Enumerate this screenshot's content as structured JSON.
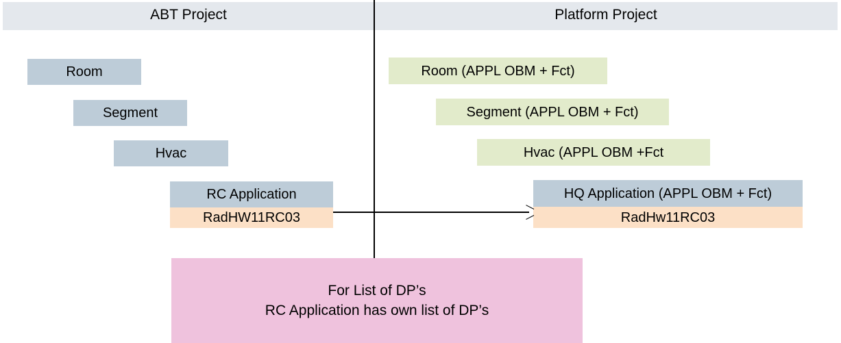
{
  "header": {
    "left_title": "ABT Project",
    "right_title": "Platform Project",
    "band_color": "#e4e8ed"
  },
  "colors": {
    "blue": "#bdccd8",
    "green": "#e2ebcb",
    "peach": "#fce0c6",
    "pink": "#efc2dd",
    "line": "#000000"
  },
  "abt_project": {
    "room": "Room",
    "segment": "Segment",
    "hvac": "Hvac",
    "rc_application": "RC Application",
    "rc_datapoint": "RadHW11RC03"
  },
  "platform_project": {
    "room": "Room (APPL OBM + Fct)",
    "segment": "Segment (APPL OBM + Fct)",
    "hvac": "Hvac (APPL OBM +Fct",
    "hq_application": "HQ Application  (APPL OBM + Fct)",
    "hq_datapoint": "RadHw11RC03"
  },
  "note": {
    "line1": "For List of DP’s",
    "line2": "RC Application has own list of DP’s"
  },
  "connector": {
    "label": "maps-to-arrow"
  }
}
